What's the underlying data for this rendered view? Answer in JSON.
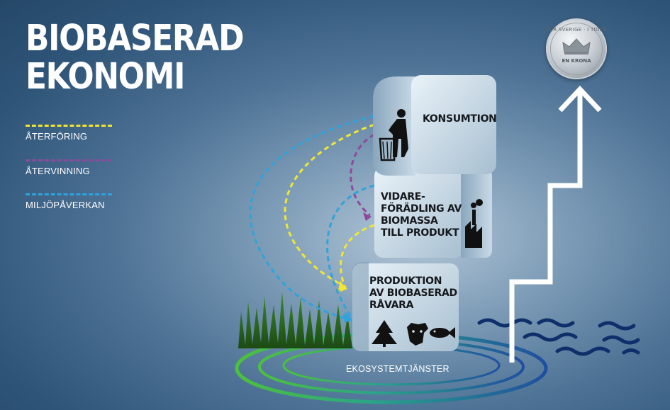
{
  "title": {
    "line1": "BIOBASERAD",
    "line2": "EKONOMI"
  },
  "legend": [
    {
      "label": "ÅTERFÖRING",
      "color": "#f2e632"
    },
    {
      "label": "ÅTERVINNING",
      "color": "#8e4a9c"
    },
    {
      "label": "MILJÖPÅVERKAN",
      "color": "#2ea3dc"
    }
  ],
  "blocks": {
    "consumption": {
      "lines": [
        "KONSUMTION"
      ],
      "icon": "waste-bin-person-icon"
    },
    "refining": {
      "lines": [
        "VIDARE-",
        "FÖRÄDLING AV",
        "BIOMASSA",
        "TILL PRODUKT"
      ],
      "icon": "factory-icon"
    },
    "production": {
      "lines": [
        "PRODUKTION",
        "AV BIOBASERAD",
        "RÅVARA"
      ],
      "icons": [
        "spruce-tree-icon",
        "cow-icon",
        "fish-icon"
      ]
    }
  },
  "ecosystem_label": "EKOSYSTEMTJÄNSTER",
  "coin": {
    "top_text": "FÖR SVERIGE · I TIDEN",
    "value_text": "EN KRONA"
  },
  "colors": {
    "background": "#4d7295",
    "text": "#ffffff",
    "ring_green": "#4cc23a",
    "ring_blue": "#1f5ea8",
    "arrow": "#ffffff",
    "water": "#0f2f6b"
  }
}
